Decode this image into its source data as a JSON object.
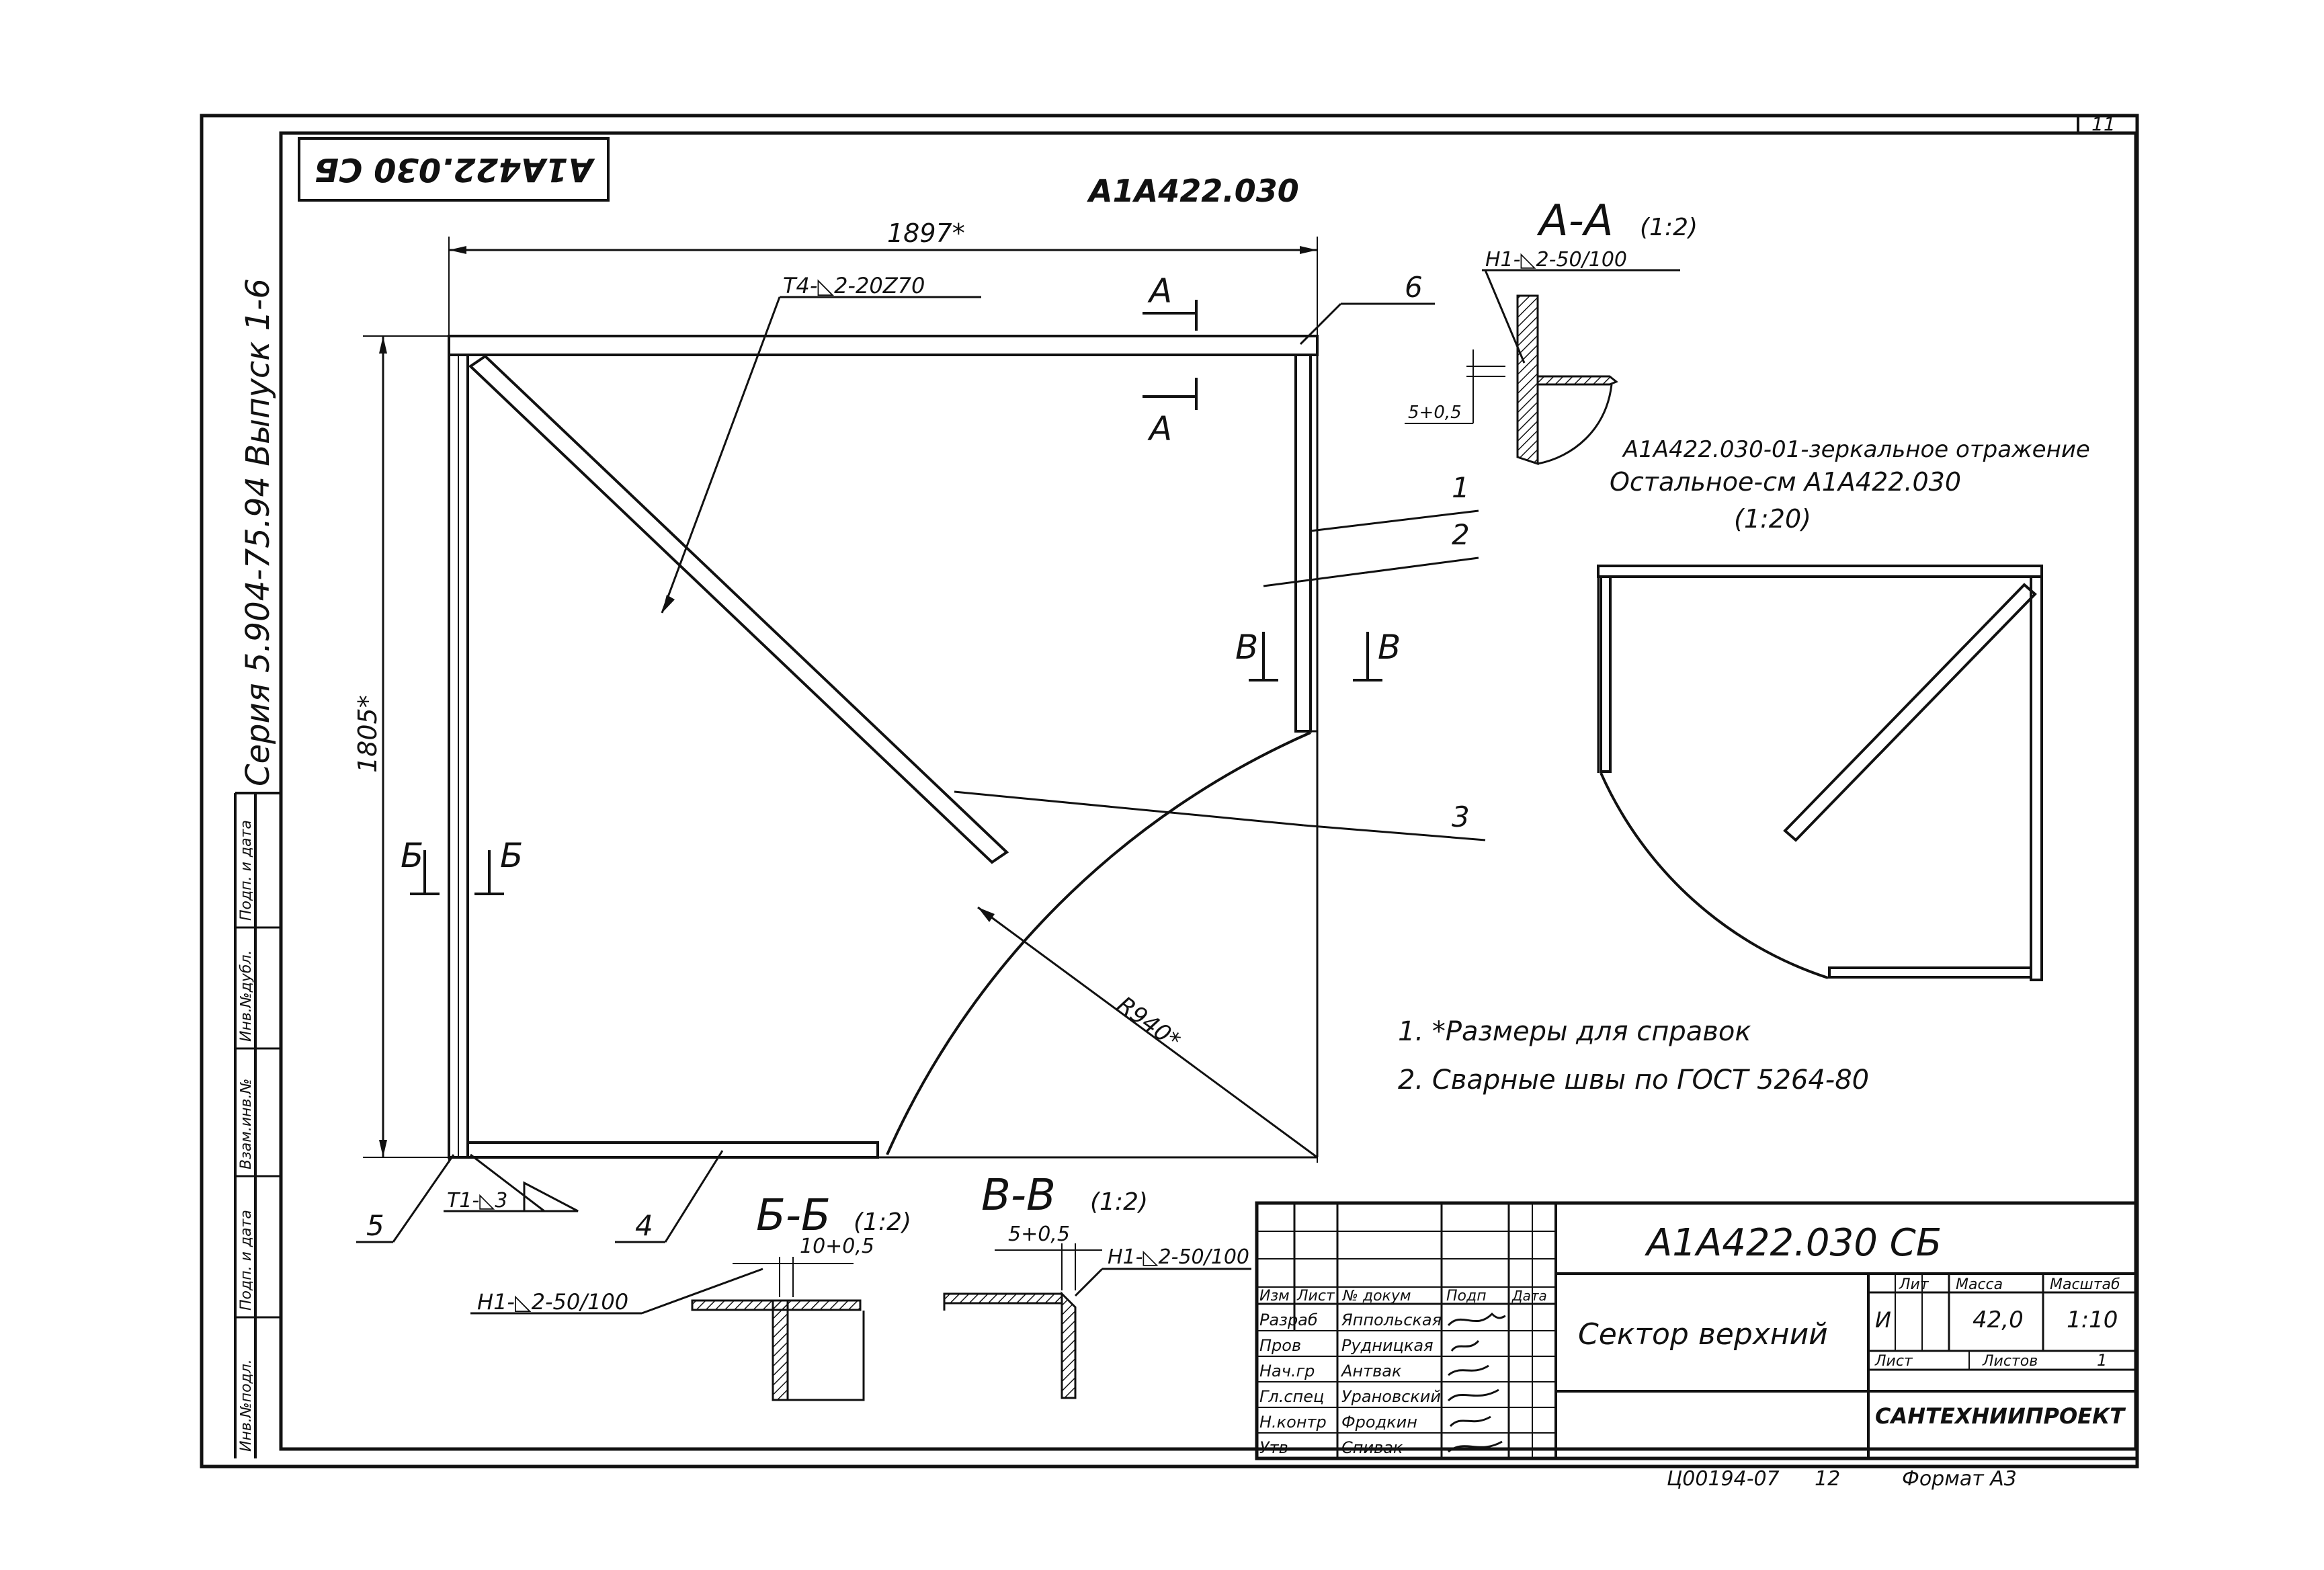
{
  "document": {
    "sheet_number": "11",
    "designation": "A1A422.030",
    "stamp_rotated": "A1A422.030 СБ",
    "series": "Серия 5.904-75.94 Выпуск 1-6",
    "drawing_title": "Сектор верхний",
    "footer_code": "Ц00194-07",
    "footer_page": "12",
    "format": "Формат А3"
  },
  "main_view": {
    "dim_width": "1897*",
    "dim_height": "1805*",
    "dim_radius": "R940*",
    "weld_diag": "Т4-◺2-20Z70",
    "weld_corner": "Т1-◺3",
    "section_a": "A",
    "section_b": "Б",
    "section_v": "В",
    "callouts": [
      "1",
      "2",
      "3",
      "4",
      "5",
      "6"
    ]
  },
  "section_aa": {
    "title": "А-А",
    "scale": "(1:2)",
    "weld": "Н1-◺2-50/100",
    "dim": "5+0,5"
  },
  "section_bb": {
    "title": "Б-Б",
    "scale": "(1:2)",
    "weld": "Н1-◺2-50/100",
    "dim": "10+0,5"
  },
  "section_vv": {
    "title": "В-В",
    "scale": "(1:2)",
    "weld": "Н1-◺2-50/100",
    "dim": "5+0,5"
  },
  "mirror_note": {
    "line1": "А1А422.030-01-зеркальное отражение",
    "line2": "Остальное-см А1А422.030",
    "line3": "(1:20)"
  },
  "notes": [
    "1. *Размеры для справок",
    "2. Сварные швы по ГОСТ 5264-80"
  ],
  "left_strip": [
    "Инв.№подл.",
    "Подп. и дата",
    "Взам.инв.№",
    "Инв.№дубл.",
    "Подп. и дата"
  ],
  "title_block": {
    "designation": "А1А422.030 СБ",
    "name": "Сектор верхний",
    "header": [
      "Изм",
      "Лист",
      "№ докум",
      "Подп",
      "Дата"
    ],
    "roles": [
      {
        "role": "Разраб",
        "name": "Яппольская"
      },
      {
        "role": "Пров",
        "name": "Рудницкая"
      },
      {
        "role": "Нач.гр",
        "name": "Антвак"
      },
      {
        "role": "Гл.спец",
        "name": "Урановский"
      },
      {
        "role": "Н.контр",
        "name": "Фродкин"
      },
      {
        "role": "Утв",
        "name": "Спивак"
      }
    ],
    "lit_label": "Лит",
    "mass_label": "Масса",
    "scale_label": "Масштаб",
    "lit_value": "И",
    "mass_value": "42,0",
    "scale_value": "1:10",
    "sheet_label": "Лист",
    "sheets_label": "Листов",
    "sheets_value": "1",
    "org": "САНТЕХНИИПРОЕКТ"
  }
}
